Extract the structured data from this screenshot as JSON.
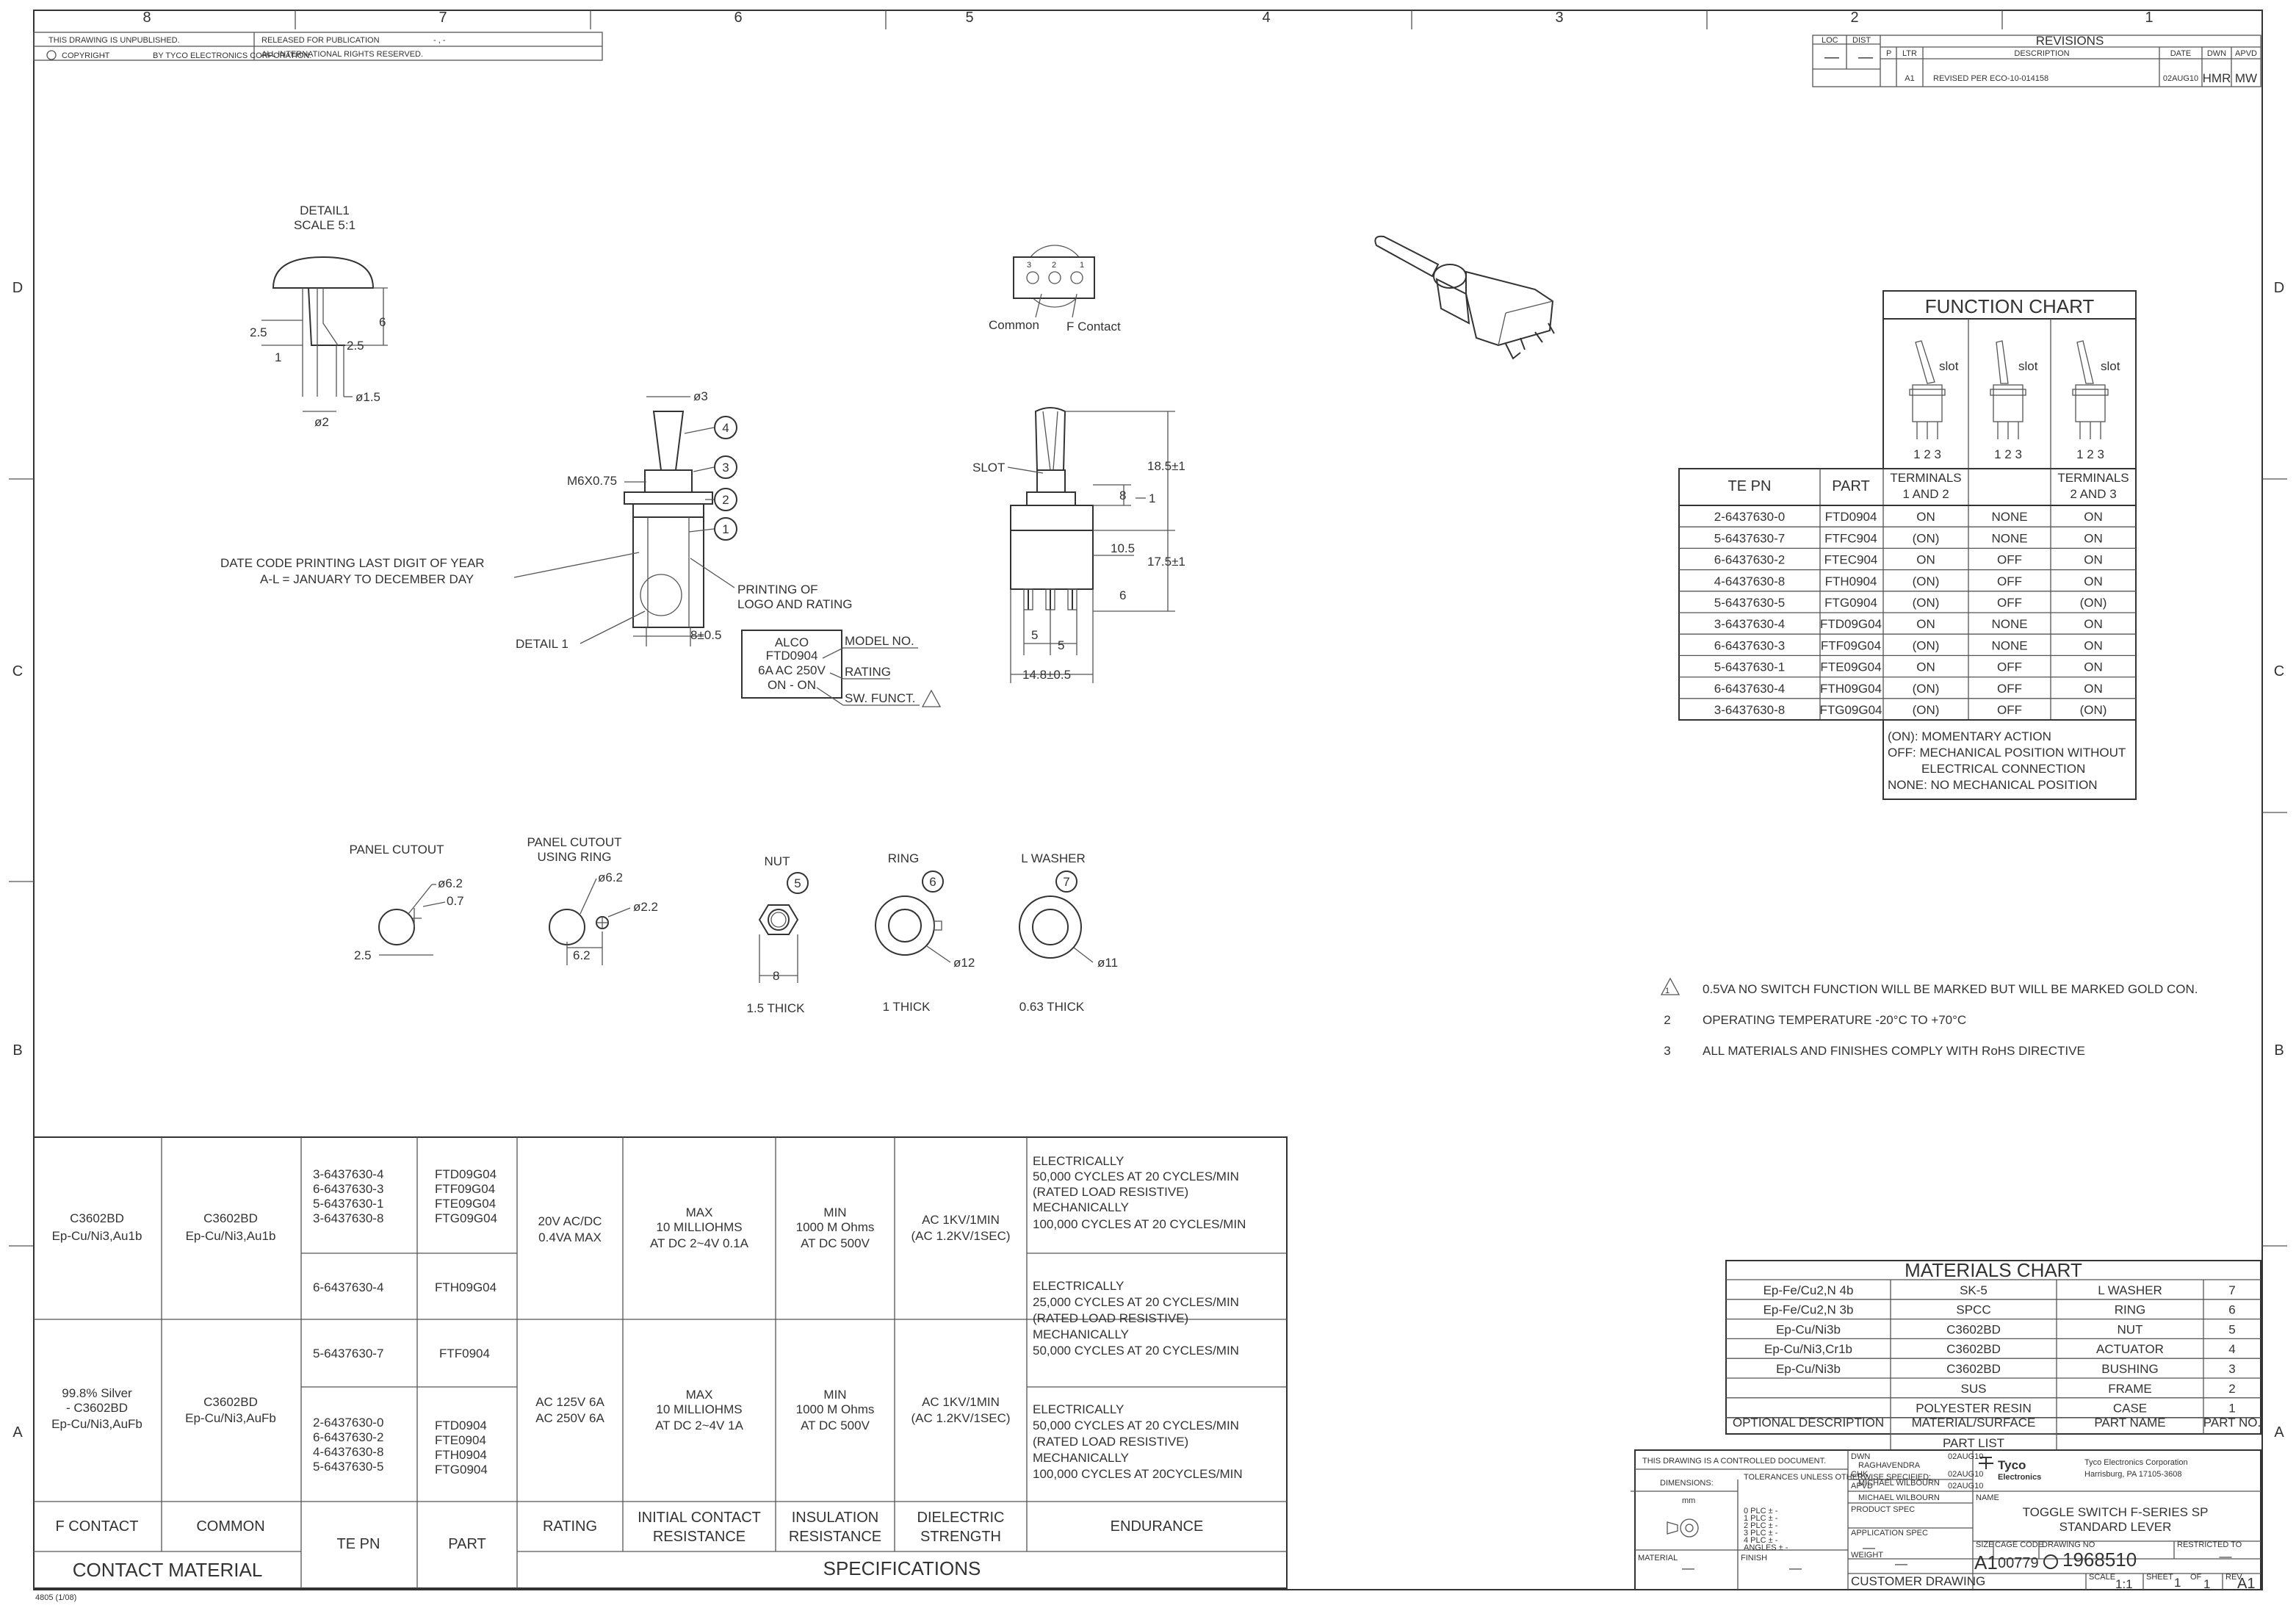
{
  "zones": {
    "top": [
      "8",
      "7",
      "6",
      "5",
      "4",
      "3",
      "2",
      "1"
    ],
    "side": [
      "D",
      "C",
      "B",
      "A"
    ]
  },
  "header_left": {
    "unpublished": "THIS DRAWING IS UNPUBLISHED.",
    "released": "RELEASED FOR PUBLICATION",
    "copyright": "COPYRIGHT",
    "by": "BY TYCO ELECTRONICS CORPORATION.",
    "rights": "ALL INTERNATIONAL RIGHTS RESERVED.",
    "dash": "-",
    "dash2": "- , -"
  },
  "revisions": {
    "title": "REVISIONS",
    "loc": "LOC",
    "dist": "DIST",
    "p": "P",
    "ltr": "LTR",
    "desc_h": "DESCRIPTION",
    "date_h": "DATE",
    "dwn_h": "DWN",
    "apvd_h": "APVD",
    "row": {
      "ltr": "A1",
      "desc": "REVISED PER ECO-10-014158",
      "date": "02AUG10",
      "dwn": "HMR",
      "apvd": "MW"
    },
    "dash": "—"
  },
  "detail1": {
    "title": "DETAIL1",
    "scale": "SCALE 5:1",
    "d6": "6",
    "d25a": "2.5",
    "d25b": "2.5",
    "d1": "1",
    "dia15": "ø1.5",
    "dia2": "ø2"
  },
  "side_view": {
    "dia3": "ø3",
    "m6": "M6X0.75",
    "date_code_1": "DATE CODE PRINTING LAST DIGIT OF YEAR",
    "date_code_2": "A-L = JANUARY TO DECEMBER DAY",
    "detail1": "DETAIL 1",
    "printing_1": "PRINTING OF",
    "printing_2": "LOGO AND RATING",
    "dim8": "8±0.5",
    "balloons": [
      "4",
      "3",
      "2",
      "1"
    ]
  },
  "label_box": {
    "l1": "ALCO",
    "l2": "FTD0904",
    "l3": "6A AC 250V",
    "l4": "ON - ON",
    "model": "MODEL NO.",
    "rating": "RATING",
    "sw": "SW. FUNCT."
  },
  "top_view": {
    "common": "Common",
    "fcontact": "F Contact",
    "n1": "1",
    "n2": "2",
    "n3": "3"
  },
  "front_view": {
    "slot": "SLOT",
    "d185": "18.5±1",
    "d8": "8",
    "d1": "1",
    "d105": "10.5",
    "d175": "17.5±1",
    "d6": "6",
    "d5a": "5",
    "d5b": "5",
    "d148": "14.8±0.5"
  },
  "hardware": {
    "panel_cutout": "PANEL CUTOUT",
    "pc_dia": "ø6.2",
    "pc_07": "0.7",
    "pc_25": "2.5",
    "ring_cutout_1": "PANEL CUTOUT",
    "ring_cutout_2": "USING RING",
    "rc_dia": "ø6.2",
    "rc_22": "ø2.2",
    "rc_62": "6.2",
    "nut": "NUT",
    "nut_n": "5",
    "nut_8": "8",
    "nut_thick": "1.5 THICK",
    "ring": "RING",
    "ring_n": "6",
    "ring_dia": "ø12",
    "ring_thick": "1 THICK",
    "washer": "L WASHER",
    "washer_n": "7",
    "washer_dia": "ø11",
    "washer_thick": "0.63 THICK"
  },
  "function_chart": {
    "title": "FUNCTION CHART",
    "slot": "slot",
    "pins": "1 2 3",
    "head_pn": "TE PN",
    "head_part": "PART",
    "head_t12": "TERMINALS",
    "head_t12b": "1 AND 2",
    "head_t23": "TERMINALS",
    "head_t23b": "2 AND 3",
    "rows": [
      [
        "2-6437630-0",
        "FTD0904",
        "ON",
        "NONE",
        "ON"
      ],
      [
        "5-6437630-7",
        "FTFC904",
        "(ON)",
        "NONE",
        "ON"
      ],
      [
        "6-6437630-2",
        "FTEC904",
        "ON",
        "OFF",
        "ON"
      ],
      [
        "4-6437630-8",
        "FTH0904",
        "(ON)",
        "OFF",
        "ON"
      ],
      [
        "5-6437630-5",
        "FTG0904",
        "(ON)",
        "OFF",
        "(ON)"
      ],
      [
        "3-6437630-4",
        "FTD09G04",
        "ON",
        "NONE",
        "ON"
      ],
      [
        "6-6437630-3",
        "FTF09G04",
        "(ON)",
        "NONE",
        "ON"
      ],
      [
        "5-6437630-1",
        "FTE09G04",
        "ON",
        "OFF",
        "ON"
      ],
      [
        "6-6437630-4",
        "FTH09G04",
        "(ON)",
        "OFF",
        "ON"
      ],
      [
        "3-6437630-8",
        "FTG09G04",
        "(ON)",
        "OFF",
        "(ON)"
      ]
    ],
    "legend": [
      "(ON): MOMENTARY ACTION",
      "OFF: MECHANICAL POSITION WITHOUT",
      "ELECTRICAL CONNECTION",
      "NONE: NO MECHANICAL POSITION"
    ]
  },
  "notes": [
    {
      "n": "1",
      "t": "0.5VA NO SWITCH FUNCTION WILL BE MARKED BUT WILL BE MARKED GOLD CON."
    },
    {
      "n": "2",
      "t": "OPERATING TEMPERATURE -20°C TO +70°C"
    },
    {
      "n": "3",
      "t": "ALL MATERIALS AND FINISHES COMPLY WITH RoHS DIRECTIVE"
    }
  ],
  "spec_table": {
    "r1": {
      "fc1": "C3602BD",
      "fc2": "Ep-Cu/Ni3,Au1b",
      "cm1": "C3602BD",
      "cm2": "Ep-Cu/Ni3,Au1b",
      "pn": [
        "3-6437630-4",
        "6-6437630-3",
        "5-6437630-1",
        "3-6437630-8"
      ],
      "pt": [
        "FTD09G04",
        "FTF09G04",
        "FTE09G04",
        "FTG09G04"
      ],
      "rating1": "20V AC/DC",
      "rating2": "0.4VA MAX",
      "icr1": "MAX",
      "icr2": "10 MILLIOHMS",
      "icr3": "AT DC 2~4V 0.1A",
      "ins1": "MIN",
      "ins2": "1000 M Ohms",
      "ins3": "AT DC 500V",
      "die1": "AC 1KV/1MIN",
      "die2": "(AC 1.2KV/1SEC)",
      "end": [
        "ELECTRICALLY",
        "50,000 CYCLES AT 20 CYCLES/MIN",
        "(RATED LOAD RESISTIVE)",
        "MECHANICALLY",
        "100,000 CYCLES AT 20 CYCLES/MIN"
      ]
    },
    "r2": {
      "pn": "6-6437630-4",
      "pt": "FTH09G04",
      "end": [
        "ELECTRICALLY",
        "25,000 CYCLES AT 20 CYCLES/MIN",
        "(RATED LOAD RESISTIVE)",
        "MECHANICALLY",
        "50,000 CYCLES AT 20 CYCLES/MIN"
      ]
    },
    "r3": {
      "fc1": "99.8% Silver",
      "fc2": "- C3602BD",
      "fc3": "Ep-Cu/Ni3,AuFb",
      "cm1": "C3602BD",
      "cm2": "Ep-Cu/Ni3,AuFb",
      "pn_a": "5-6437630-7",
      "pt_a": "FTF0904",
      "rating1": "AC 125V 6A",
      "rating2": "AC 250V 6A",
      "icr1": "MAX",
      "icr2": "10 MILLIOHMS",
      "icr3": "AT DC 2~4V 1A",
      "ins1": "MIN",
      "ins2": "1000 M Ohms",
      "ins3": "AT DC 500V",
      "die1": "AC 1KV/1MIN",
      "die2": "(AC 1.2KV/1SEC)"
    },
    "r4": {
      "pn": [
        "2-6437630-0",
        "6-6437630-2",
        "4-6437630-8",
        "5-6437630-5"
      ],
      "pt": [
        "FTD0904",
        "FTE0904",
        "FTH0904",
        "FTG0904"
      ],
      "end": [
        "ELECTRICALLY",
        "50,000 CYCLES AT 20 CYCLES/MIN",
        "(RATED LOAD RESISTIVE)",
        "MECHANICALLY",
        "100,000 CYCLES AT 20CYCLES/MIN"
      ]
    },
    "head": {
      "fcontact": "F CONTACT",
      "common": "COMMON",
      "tepn": "TE PN",
      "part": "PART",
      "rating": "RATING",
      "icr1": "INITIAL CONTACT",
      "icr2": "RESISTANCE",
      "ins1": "INSULATION",
      "ins2": "RESISTANCE",
      "die1": "DIELECTRIC",
      "die2": "STRENGTH",
      "endurance": "ENDURANCE",
      "contact_material": "CONTACT MATERIAL",
      "specifications": "SPECIFICATIONS"
    }
  },
  "materials_chart": {
    "title": "MATERIALS CHART",
    "rows": [
      [
        "Ep-Fe/Cu2,N 4b",
        "SK-5",
        "L WASHER",
        "7"
      ],
      [
        "Ep-Fe/Cu2,N 3b",
        "SPCC",
        "RING",
        "6"
      ],
      [
        "Ep-Cu/Ni3b",
        "C3602BD",
        "NUT",
        "5"
      ],
      [
        "Ep-Cu/Ni3,Cr1b",
        "C3602BD",
        "ACTUATOR",
        "4"
      ],
      [
        "Ep-Cu/Ni3b",
        "C3602BD",
        "BUSHING",
        "3"
      ],
      [
        "",
        "SUS",
        "FRAME",
        "2"
      ],
      [
        "",
        "POLYESTER RESIN",
        "CASE",
        "1"
      ]
    ],
    "head": [
      "OPTIONAL DESCRIPTION",
      "MATERIAL/SURFACE",
      "PART NAME",
      "PART NO."
    ],
    "part_list": "PART LIST"
  },
  "title_block": {
    "controlled": "THIS DRAWING IS A CONTROLLED DOCUMENT.",
    "dwn_l": "DWN",
    "dwn": "RAGHAVENDRA",
    "dwn_d": "02AUG10",
    "chk_l": "CHK",
    "chk": "MICHAEL WILBOURN",
    "chk_d": "02AUG10",
    "apvd_l": "APVD",
    "apvd": "MICHAEL WILBOURN",
    "apvd_d": "02AUG10",
    "dims": "DIMENSIONS:",
    "mm": "mm",
    "tol": "TOLERANCES UNLESS OTHERWISE SPECIFIED:",
    "tols": [
      "0 PLC ± -",
      "1 PLC ± -",
      "2 PLC ± -",
      "3 PLC ± -",
      "4 PLC ± -",
      "ANGLES ± -"
    ],
    "material": "MATERIAL",
    "finish": "FINISH",
    "weight": "WEIGHT",
    "product_spec": "PRODUCT SPEC",
    "app_spec": "APPLICATION SPEC",
    "company": "Tyco Electronics Corporation",
    "city": "Harrisburg, PA 17105-3608",
    "logo1": "Tyco",
    "logo2": "Electronics",
    "name_l": "NAME",
    "name1": "TOGGLE SWITCH F-SERIES SP",
    "name2": "STANDARD LEVER",
    "size_l": "SIZE",
    "size": "A1",
    "cage_l": "CAGE CODE",
    "cage": "00779",
    "dwgno_l": "DRAWING NO",
    "dwgno": "1968510",
    "restricted": "RESTRICTED TO",
    "restricted_v": "—",
    "scale_l": "SCALE",
    "scale": "1:1",
    "sheet_l": "SHEET",
    "sheet": "1",
    "of": "OF",
    "sheet_of": "1",
    "rev_l": "REV",
    "rev": "A1",
    "customer": "CUSTOMER DRAWING",
    "dash": "—"
  },
  "form_no": "4805 (1/08)"
}
